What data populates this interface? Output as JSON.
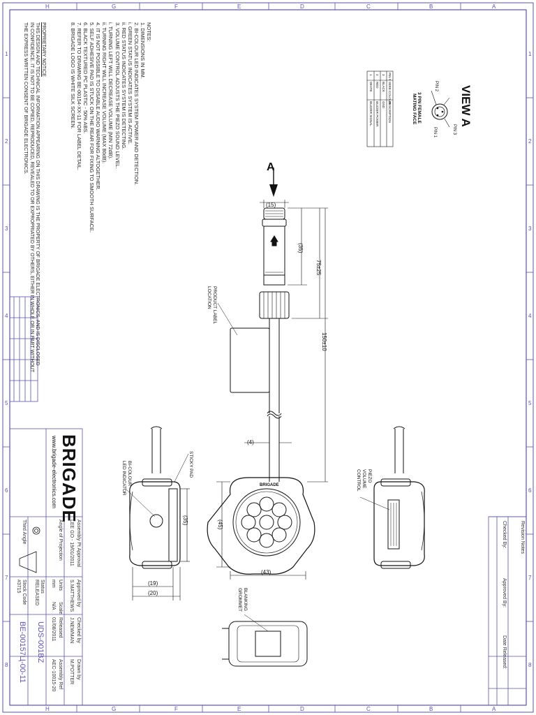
{
  "view": {
    "title": "VIEW A",
    "arrow_label": "A",
    "connector_title": "3 PIN FEMALE",
    "connector_subtitle": "MATING FACE",
    "pins": [
      "PIN 1",
      "PIN 2",
      "PIN 3"
    ],
    "pin_table": {
      "headers": [
        "PIN #",
        "WIRE COLOUR",
        "DESCRIPTION"
      ],
      "rows": [
        [
          "1",
          "WHITE",
          "BUZZER SIGNAL"
        ],
        [
          "2",
          "RED",
          "BUZZER POWER"
        ],
        [
          "3",
          "BLACK",
          "GND"
        ]
      ]
    }
  },
  "dimensions": {
    "plug_width": "(15)",
    "plug_length": "(35)",
    "cable_75": "75±25",
    "cable_150": "150±10",
    "cable_dia": "(4)",
    "body_45": "(45)",
    "body_43": "(43)",
    "side_35": "(35)",
    "side_19": "(19)",
    "side_20": "(20)"
  },
  "labels": {
    "product_label": [
      "PRODUCT LABEL",
      "LOCATION"
    ],
    "sticky_pad": "STICKY PAD",
    "bicolour_led": [
      "BI-COLOUR",
      "LED INDICATOR"
    ],
    "piezo_control": [
      "PIEZO",
      "VOLUME",
      "CONTROL"
    ],
    "blanking_grommet": [
      "BLANKING",
      "GROMMET"
    ],
    "body_logo": "BRIGADE"
  },
  "notes": {
    "heading": "NOTES:",
    "lines": [
      "1. DIMENSIONS IN MM.",
      "2. BI-COLOUR LED INDICATES SYSTEM POWER AND DETECTION.",
      "     i.  GREEN STATUS INDICATES SYSTEM IS ACTIVE.",
      "     ii. RED STATUS INDICATES SYSTEM IS DETECTING.",
      "3. VOLUME CONTROL ADJUSTS THE PIEZO SOUND LEVEL.",
      "     i.  TURNING LEFT WILL DECREASE VOLUME (MIN 72dB).",
      "     ii. TURNING RIGHT WILL INCREASE VOLUME (MAX 80dB).",
      "4. IT IS NOT POSSIBLE TO DISABLE AUDIO WARNING ALTOGETHER.",
      "5. SELF ADHESIVE PAD IS STUCK ON THE REAR FOR FIXING TO SMOOTH SURFACE.",
      "6. BLACK TEXTURED PC PLASTIC - 50% ABS.",
      "7. REFER TO DRAWING BE-00154-XX-11 FOR LABEL DETAIL.",
      "8. BRIGADE LOGO IS WHITE SILK SCREEN."
    ]
  },
  "proprietary": {
    "heading": "PROPRIETARY NOTICE",
    "lines": [
      "THIS DESIGN AND TECHNICAL INFORMATION APPEARING ON THIS DRAWING IS THE PROPERTY OF BRIGADE ELECTRONICS, AND IS DISCLOSED",
      "IN CONFIDENCE. IT IS NOT TO BE COPIED, REPRODUCED, REVEALED TO OR EXPROPRIATED BY OTHERS, EITHER IN WHOLE OR IN PART WITHOUT",
      "THE EXPRESS WRITTEN CONSENT OF BRIGADE ELECTRONICS."
    ]
  },
  "title_block": {
    "brand": "BRIGADE",
    "website": "www.brigade-electronics.com",
    "assembly_approval": "Assembly Pt Approval",
    "assembly_approval_val": "LEE GO - 19/01/2011",
    "approved_by": "Approved by",
    "approved_by_val": "S.MATTHEWS",
    "checked_by": "Checked by",
    "checked_by_val": "J.NEWMAN",
    "drawn_by": "Drawn by",
    "drawn_by_val": "M.POTTER",
    "angle_of_projection": "Angle of Projection",
    "third_angle": "Third Angle",
    "units": "Units",
    "units_val": "mm",
    "scale": "Scale",
    "scale_val": "N/A",
    "released": "Released",
    "released_val": "01/08/2011",
    "assembly_ref": "Assembly Ref",
    "assembly_ref_val": "AEC-10015-20",
    "status": "Status",
    "status_val": "RELEASED",
    "stock_code": "Stock Code",
    "stock_code_val": "#3715",
    "part_no": "UDS-001BZ",
    "drawing_no": "BE-00157Ц-00-11"
  },
  "revision": {
    "notes": "Revision Notes",
    "checked_by": "Checked By:",
    "approved_by": "Approved By:",
    "date_released": "Date Released:"
  },
  "grid": {
    "top_letters": [
      "H",
      "G",
      "F",
      "E",
      "D",
      "C",
      "B",
      "A"
    ],
    "side_numbers": [
      "1",
      "2",
      "3",
      "4",
      "5",
      "6",
      "7",
      "8"
    ]
  }
}
